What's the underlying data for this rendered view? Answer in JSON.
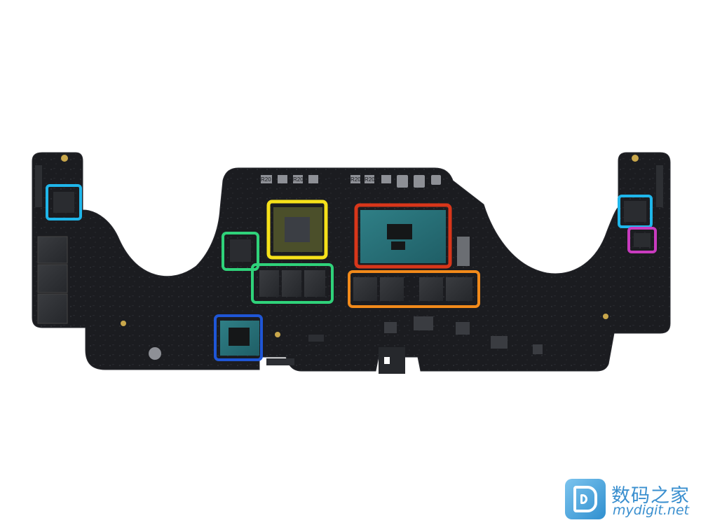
{
  "highlight_colors": {
    "cyan": "#1fb6ea",
    "yellow": "#f6e11a",
    "red": "#d8361a",
    "green": "#2fd27a",
    "orange": "#f28a1a",
    "blue": "#1f56d6",
    "magenta": "#c93bbf"
  },
  "board_color": "#1c1d21",
  "silkscreen": {
    "r20_labels": [
      "R20",
      "R20",
      "R20",
      "R20"
    ]
  },
  "watermark": {
    "name_cn": "数码之家",
    "url": "mydigit.net"
  }
}
